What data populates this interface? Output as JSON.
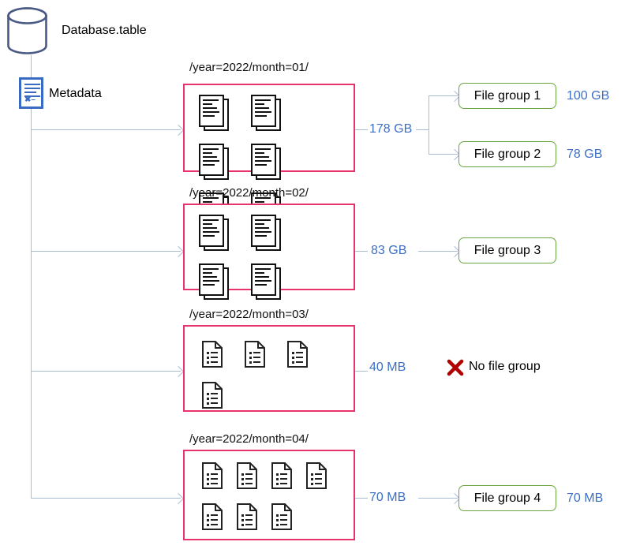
{
  "diagram": {
    "database": {
      "icon": "database-cylinder-icon",
      "label": "Database.table"
    },
    "metadata": {
      "icon": "metadata-document-icon",
      "label": "Metadata"
    },
    "partitions": [
      {
        "title": "/year=2022/month=01/",
        "icon_type": "stacked-document-icon",
        "icon_count": 6,
        "size": "178 GB"
      },
      {
        "title": "/year=2022/month=02/",
        "icon_type": "stacked-document-icon",
        "icon_count": 4,
        "size": "83 GB"
      },
      {
        "title": "/year=2022/month=03/",
        "icon_type": "small-file-icon",
        "icon_count": 4,
        "size": "40 MB"
      },
      {
        "title": "/year=2022/month=04/",
        "icon_type": "small-file-icon",
        "icon_count": 7,
        "size": "70 MB"
      }
    ],
    "file_groups": [
      {
        "label": "File group 1",
        "size": "100 GB"
      },
      {
        "label": "File group 2",
        "size": "78 GB"
      },
      {
        "label": "File group 3",
        "size": ""
      },
      {
        "label": "File group 4",
        "size": "70 MB"
      }
    ],
    "no_file_group": {
      "icon": "red-x-icon",
      "label": "No file group"
    },
    "colors": {
      "partition_border": "#E8336D",
      "file_group_border": "#6AA73F",
      "connector": "#A8BDD4",
      "size_text": "#3D6FC4",
      "metadata_border": "#3A6BC4",
      "database_outline": "#4A5A85",
      "x_mark": "#B00000"
    }
  }
}
